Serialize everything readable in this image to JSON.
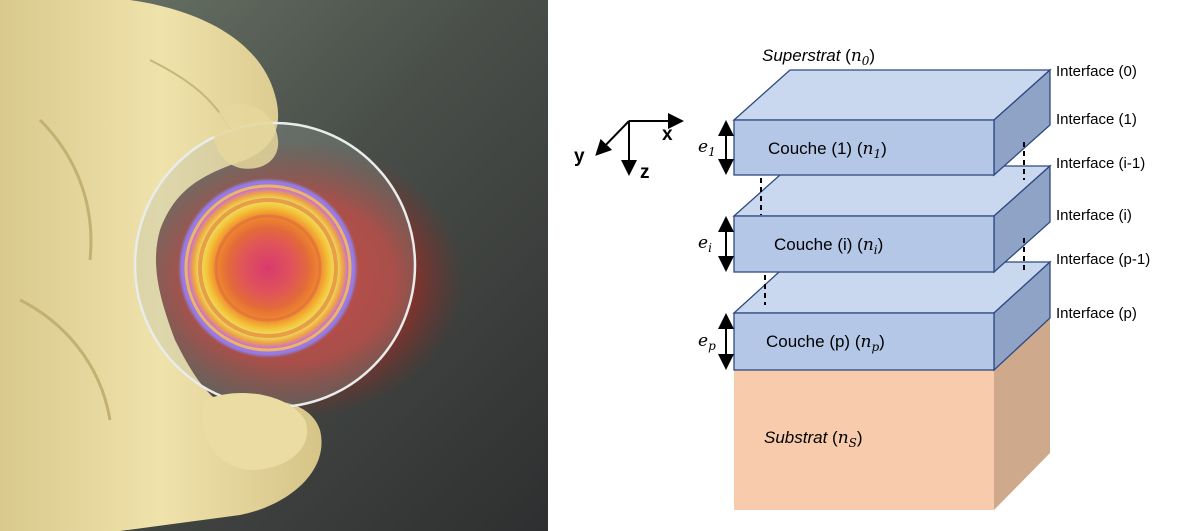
{
  "photo": {
    "subject": "gloved fingers holding a transparent coated wafer showing interference colour rings"
  },
  "colors": {
    "layer_front": "#b4c7e7",
    "layer_top": "#c9d7ef",
    "layer_side": "#8fa3c6",
    "layer_edge": "#2f4a80",
    "substrate_front": "#f8cbad",
    "substrate_side": "#cfa98c"
  },
  "diagram": {
    "superstrat": {
      "word": "Superstrat",
      "sym": "n",
      "sub": "0"
    },
    "substrat": {
      "word": "Substrat",
      "sym": "n",
      "sub": "S"
    },
    "layers": [
      {
        "label": "Couche (1)",
        "sym": "n",
        "sub": "1",
        "thickness_sym": "e",
        "thickness_sub": "1"
      },
      {
        "label": "Couche (i)",
        "sym": "n",
        "sub": "i",
        "thickness_sym": "e",
        "thickness_sub": "i"
      },
      {
        "label": "Couche (p)",
        "sym": "n",
        "sub": "p",
        "thickness_sym": "e",
        "thickness_sub": "p"
      }
    ],
    "interfaces": [
      "Interface (0)",
      "Interface (1)",
      "Interface (i-1)",
      "Interface (i)",
      "Interface (p-1)",
      "Interface (p)"
    ],
    "axes": {
      "x": "x",
      "y": "y",
      "z": "z"
    }
  }
}
